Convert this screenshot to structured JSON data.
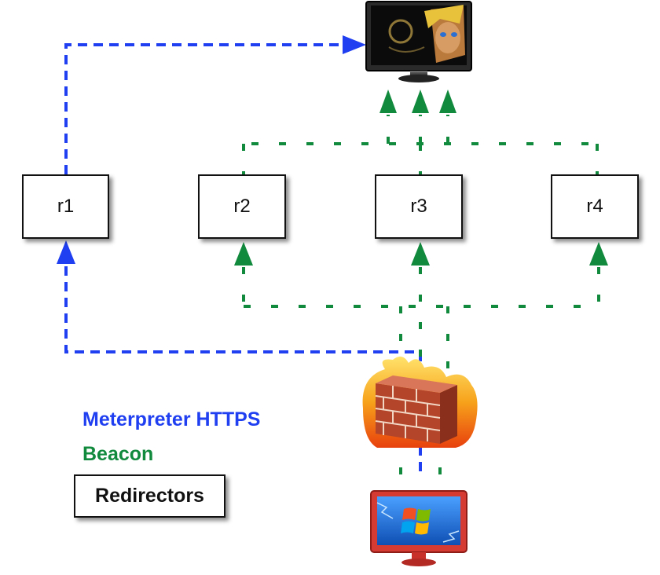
{
  "nodes": {
    "r1": "r1",
    "r2": "r2",
    "r3": "r3",
    "r4": "r4"
  },
  "legend": {
    "meterpreter": "Meterpreter HTTPS",
    "beacon": "Beacon",
    "redirectors": "Redirectors"
  },
  "colors": {
    "meterpreter": "#1f3ff0",
    "beacon": "#128a3e",
    "box_border": "#111111"
  },
  "icons": {
    "attacker": "attacker-monitor-icon",
    "firewall": "firewall-icon",
    "target": "windows-target-monitor-icon"
  }
}
